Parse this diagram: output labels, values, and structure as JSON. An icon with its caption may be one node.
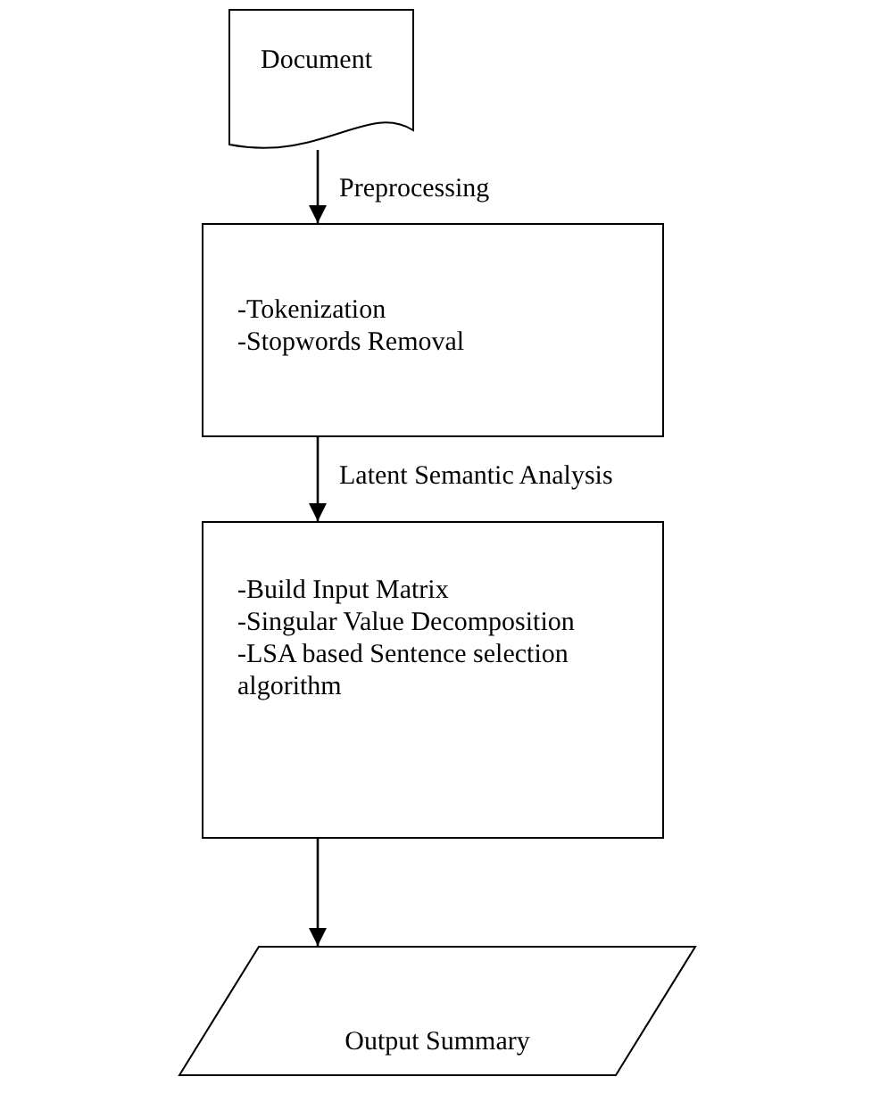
{
  "diagram": {
    "nodes": [
      {
        "text": [
          "Document"
        ]
      },
      {
        "text": [
          "-Tokenization",
          "-Stopwords Removal"
        ]
      },
      {
        "text": [
          "-Build Input Matrix",
          "-Singular Value Decomposition",
          "-LSA based Sentence selection algorithm"
        ]
      },
      {
        "text": [
          "Output Summary"
        ]
      }
    ],
    "edges": [
      {
        "from": 0,
        "to": 1,
        "arrow": "to",
        "label": "Preprocessing"
      },
      {
        "from": 1,
        "to": 2,
        "arrow": "to",
        "label": "Latent Semantic Analysis"
      },
      {
        "from": 2,
        "to": 3,
        "arrow": "to"
      }
    ]
  }
}
